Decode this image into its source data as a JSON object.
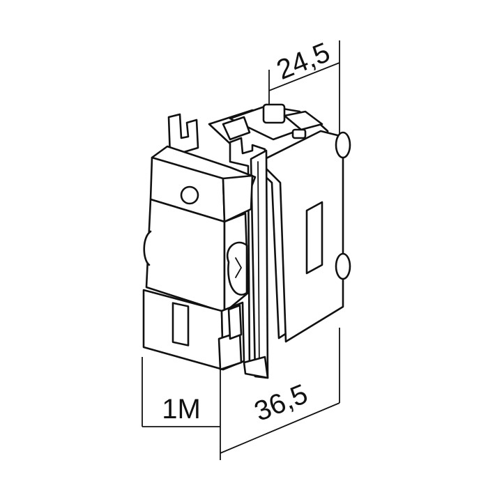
{
  "dimensions": {
    "depth_rear": "24,5",
    "width_front": "36,5",
    "module": "1M"
  },
  "colors": {
    "stroke": "#111111",
    "background": "#ffffff"
  }
}
